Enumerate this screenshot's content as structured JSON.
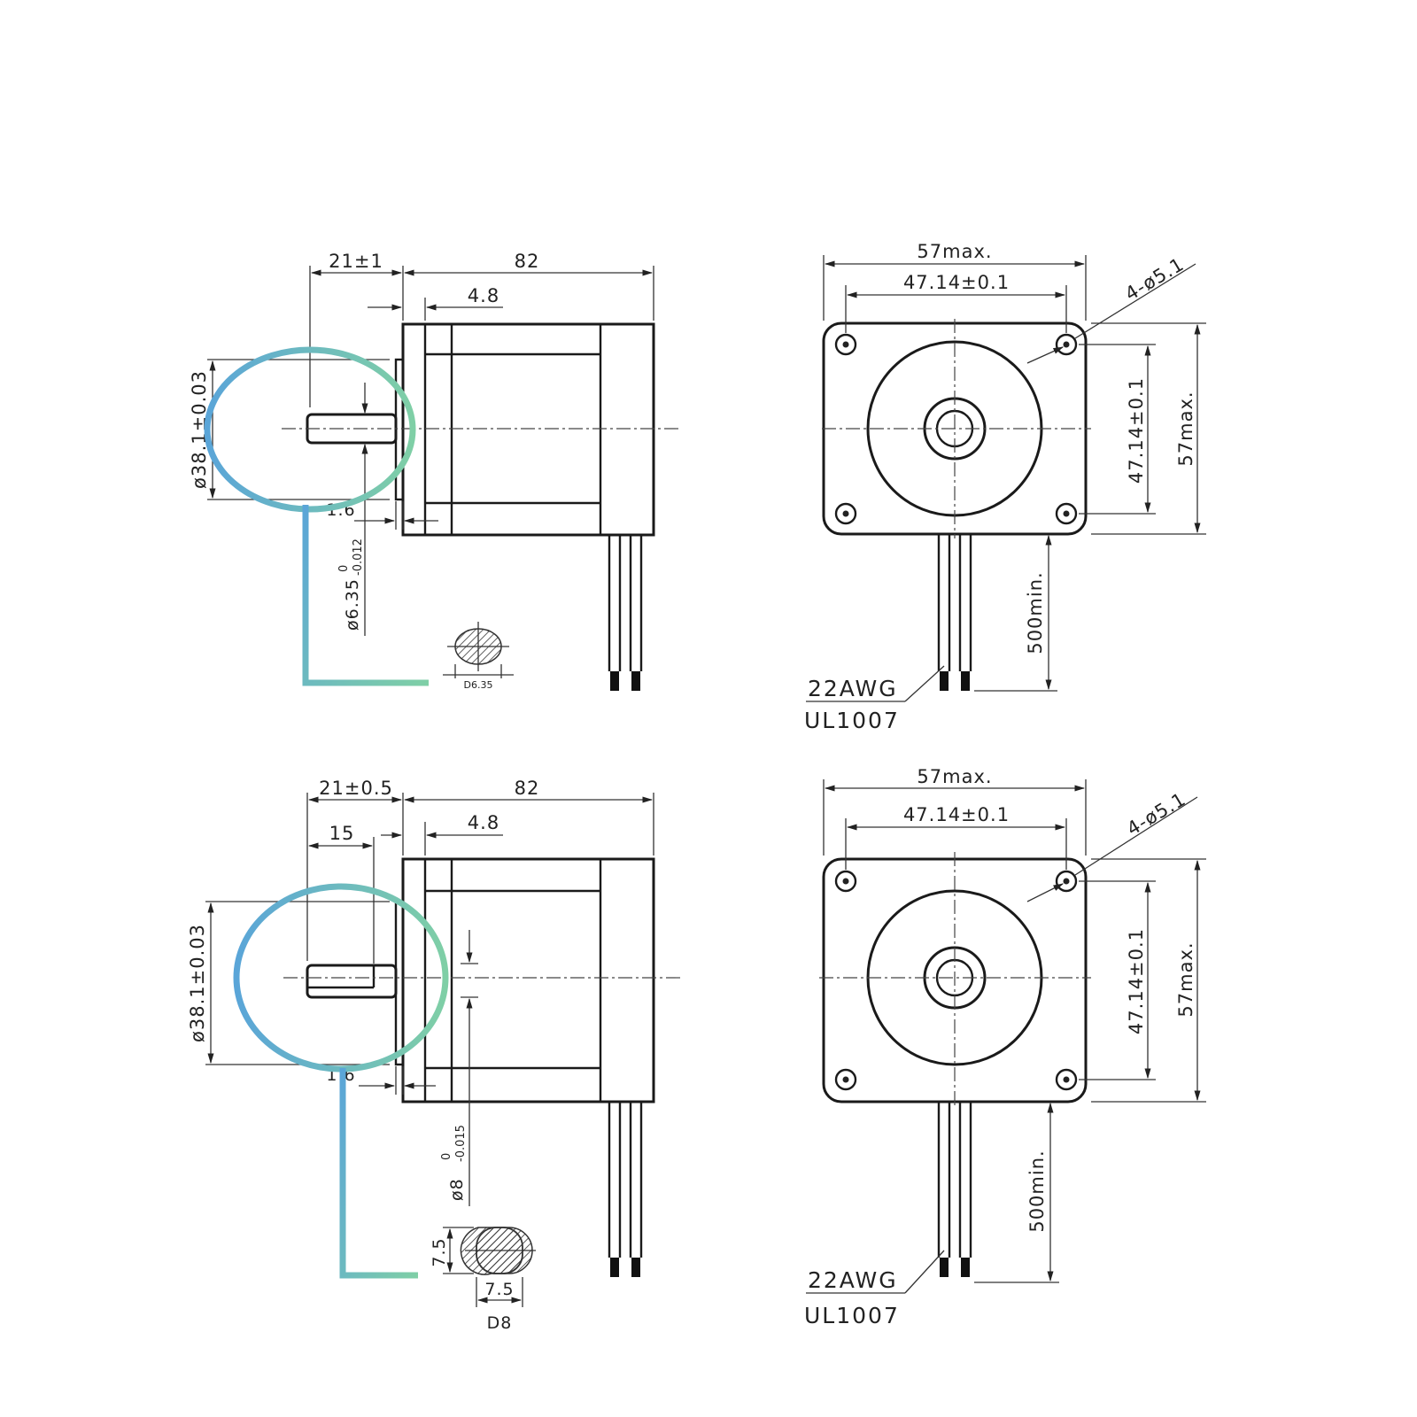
{
  "views": {
    "top": {
      "side": {
        "dim_shaft_len": "21±1",
        "dim_body_len": "82",
        "dim_flange": "4.8",
        "dim_pilot_dia": "ø38.1±0.03",
        "dim_pilot_h": "1.6",
        "dim_shaft_dia_main": "ø6.35",
        "dim_shaft_dia_tol_upper": "0",
        "dim_shaft_dia_tol_lower": "-0.012",
        "section_label": "D6.35"
      },
      "front": {
        "dim_width": "57max.",
        "dim_hole_spacing": "47.14±0.1",
        "dim_holes": "4-ø5.1",
        "dim_hole_spacing_v": "47.14±0.1",
        "dim_height": "57max.",
        "dim_lead_len": "500min.",
        "wire_gauge": "22AWG",
        "wire_spec": "UL1007"
      }
    },
    "bottom": {
      "side": {
        "dim_shaft_len": "21±0.5",
        "dim_body_len": "82",
        "dim_flat_len": "15",
        "dim_flange": "4.8",
        "dim_pilot_dia": "ø38.1±0.03",
        "dim_pilot_h": "1.6",
        "dim_shaft_dia_main": "ø8",
        "dim_shaft_dia_tol_upper": "0",
        "dim_shaft_dia_tol_lower": "-0.015",
        "section_dim_v": "7.5",
        "section_dim_h": "7.5",
        "section_label": "D8"
      },
      "front": {
        "dim_width": "57max.",
        "dim_hole_spacing": "47.14±0.1",
        "dim_holes": "4-ø5.1",
        "dim_hole_spacing_v": "47.14±0.1",
        "dim_height": "57max.",
        "dim_lead_len": "500min.",
        "wire_gauge": "22AWG",
        "wire_spec": "UL1007"
      }
    }
  },
  "highlight": {
    "gradient_start": "#5aa5d8",
    "gradient_end": "#7fcfa6"
  }
}
